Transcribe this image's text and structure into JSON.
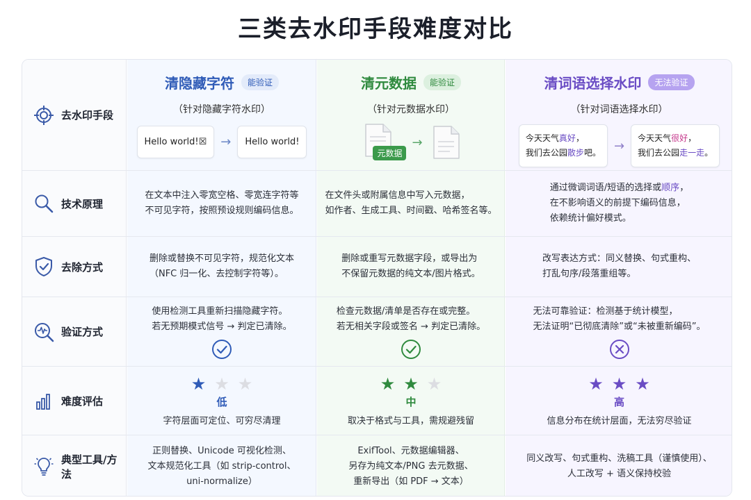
{
  "title": "三类去水印手段难度对比",
  "rows": {
    "method": "去水印手段",
    "principle": "技术原理",
    "removal": "去除方式",
    "verify": "验证方式",
    "difficulty": "难度评估",
    "tools": "典型工具/方法"
  },
  "columns": [
    {
      "title": "清隐藏字符",
      "badge": "能验证",
      "subtitle": "（针对隐藏字符水印）",
      "demo_before": "Hello world!☒",
      "demo_after": "Hello world!",
      "principle": "在文本中注入零宽空格、零宽连字符等\n不可见字符，按照预设规则编码信息。",
      "removal": "删除或替换不可见字符，规范化文本\n（NFC 归一化、去控制字符等）。",
      "verify": "使用检测工具重新扫描隐藏字符。\n若无预期模式信号 → 判定已清除。",
      "verify_result": "check",
      "stars_filled": 1,
      "level": "低",
      "level_desc": "字符层面可定位、可穷尽清理",
      "tools": "正则替换、Unicode 可视化检测、\n文本规范化工具（如 strip-control、\nuni-normalize）"
    },
    {
      "title": "清元数据",
      "badge": "能验证",
      "subtitle": "（针对元数据水印）",
      "demo_tag": "元数据",
      "principle": "在文件头或附属信息中写入元数据，\n如作者、生成工具、时间戳、哈希签名等。",
      "removal": "删除或重写元数据字段，或导出为\n不保留元数据的纯文本/图片格式。",
      "verify": "检查元数据/清单是否存在或完整。\n若无相关字段或签名 → 判定已清除。",
      "verify_result": "check",
      "stars_filled": 2,
      "level": "中",
      "level_desc": "取决于格式与工具，需规避残留",
      "tools": "ExifTool、元数据编辑器、\n另存为纯文本/PNG 去元数据、\n重新导出（如 PDF → 文本）"
    },
    {
      "title": "清词语选择水印",
      "badge": "无法验证",
      "subtitle": "（针对词语选择水印）",
      "demo_before_1a": "今天天气",
      "demo_before_1b": "真好",
      "demo_before_1c": "，",
      "demo_before_2a": "我们去公园",
      "demo_before_2b": "散步",
      "demo_before_2c": "吧。",
      "demo_after_1a": "今天天气",
      "demo_after_1b": "很好",
      "demo_after_1c": "，",
      "demo_after_2a": "我们去公园",
      "demo_after_2b": "走一走",
      "demo_after_2c": "。",
      "principle_1a": "通过微调词语/短语的选择或",
      "principle_1b": "顺序",
      "principle_1c": "，",
      "principle_2": "在不影响语义的前提下编码信息，",
      "principle_3": "依赖统计偏好模式。",
      "removal": "改写表达方式：同义替换、句式重构、\n打乱句序/段落重组等。",
      "verify": "无法可靠验证：检测基于统计模型，\n无法证明“已彻底清除”或“未被重新编码”。",
      "verify_result": "cross",
      "stars_filled": 3,
      "level": "高",
      "level_desc": "信息分布在统计层面，无法穷尽验证",
      "tools": "同义改写、句式重构、洗稿工具（谨慎使用）、\n人工改写 + 语义保持校验"
    }
  ],
  "colors": {
    "blue": "#2f5bb7",
    "green": "#2f8a3e",
    "purple": "#6a4cc4",
    "icon": "#3a5aa8"
  }
}
